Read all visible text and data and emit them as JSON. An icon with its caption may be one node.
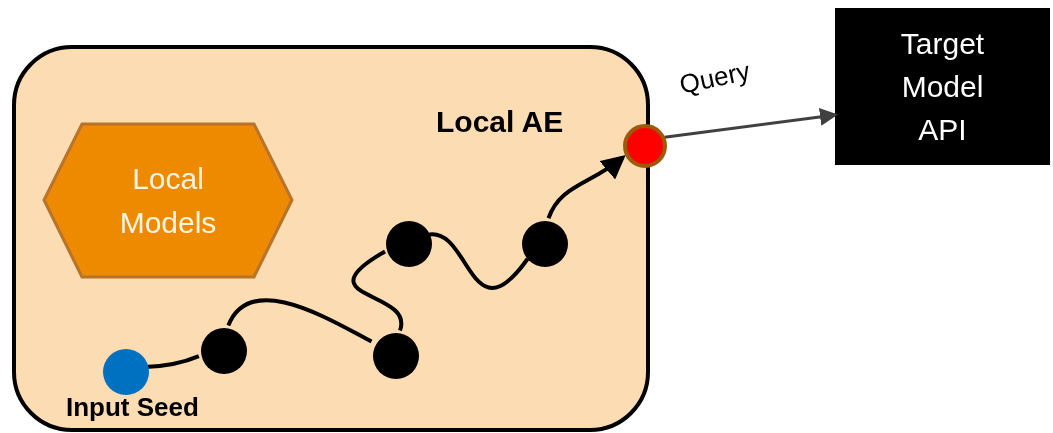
{
  "diagram": {
    "nodes": [
      {
        "text": [
          "Local AE"
        ]
      },
      {
        "text": [
          "Local Models"
        ],
        "in": 0
      },
      {
        "text": [],
        "shape": "circle",
        "in": 0,
        "beside": [
          "Input Seed"
        ]
      },
      {
        "text": [],
        "shape": "circle",
        "in": 0
      },
      {
        "text": [],
        "shape": "circle",
        "in": 0
      },
      {
        "text": [],
        "shape": "circle",
        "in": 0
      },
      {
        "text": [],
        "shape": "circle",
        "in": 0
      },
      {
        "text": [],
        "shape": "circle",
        "in": 0
      },
      {
        "text": [
          "Target Model API"
        ]
      }
    ],
    "edges": [
      {
        "from": 2,
        "to": 3,
        "arrow": "none"
      },
      {
        "from": 3,
        "to": 4,
        "arrow": "none"
      },
      {
        "from": 4,
        "to": 5,
        "arrow": "none"
      },
      {
        "from": 5,
        "to": 6,
        "arrow": "none"
      },
      {
        "from": 6,
        "to": 7,
        "arrow": "to"
      },
      {
        "from": 7,
        "to": 8,
        "arrow": "to",
        "label": "Query",
        "color": "#404040"
      }
    ]
  }
}
